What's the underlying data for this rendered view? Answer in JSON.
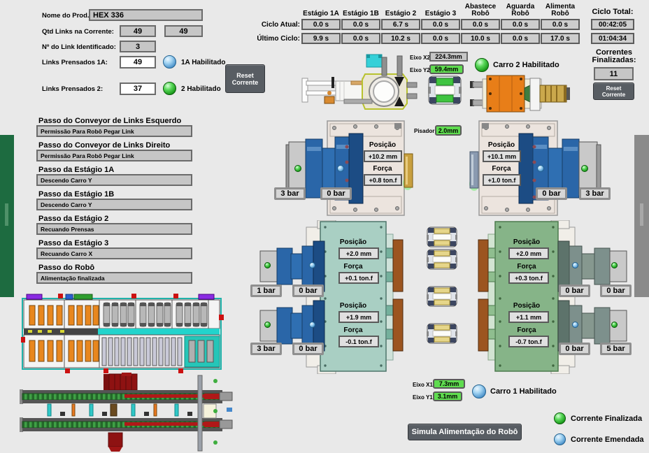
{
  "form": {
    "nome_label": "Nome do Prod.:",
    "nome_value": "HEX 336",
    "qtd_label": "Qtd Links na Corrente:",
    "qtd_value1": "49",
    "qtd_value2": "49",
    "link_id_label": "Nº do Link Identificado:",
    "link_id_value": "3",
    "prensados1a_label": "Links Prensados 1A:",
    "prensados1a_value": "49",
    "habilitado1a": "1A Habilitado",
    "prensados2_label": "Links Prensados 2:",
    "prensados2_value": "37",
    "habilitado2": "2 Habilitado",
    "reset_button": "Reset\nCorrente"
  },
  "cycle_table": {
    "headers": [
      "Estágio 1A",
      "Estágio 1B",
      "Estágio 2",
      "Estágio 3",
      "Abastece\nRobô",
      "Aguarda\nRobô",
      "Alimenta\nRobô"
    ],
    "row1_label": "Ciclo Atual:",
    "row2_label": "Último Ciclo:",
    "row1": [
      "0.0 s",
      "0.0 s",
      "6.7 s",
      "0.0 s",
      "0.0 s",
      "0.0 s",
      "0.0 s"
    ],
    "row2": [
      "9.9 s",
      "0.0 s",
      "10.2 s",
      "0.0 s",
      "10.0 s",
      "0.0 s",
      "17.0 s"
    ],
    "total_label": "Ciclo Total:",
    "total_row1": "00:42:05",
    "total_row2": "01:04:34"
  },
  "correntes": {
    "label": "Correntes\nFinalizadas:",
    "value": "11",
    "reset_button": "Reset\nCorrente"
  },
  "eixos": {
    "x2_label": "Eixo X2",
    "x2_value": "224.3mm",
    "y2_label": "Eixo Y2",
    "y2_value": "59.4mm",
    "x1_label": "Eixo X1",
    "x1_value": "7.3mm",
    "y1_label": "Eixo Y1",
    "y1_value": "3.1mm",
    "pisador_label": "Pisador",
    "pisador_value": "2.0mm"
  },
  "carros": {
    "carro2": "Carro 2 Habilitado",
    "carro1": "Carro 1 Habilitado"
  },
  "passos": [
    {
      "label": "Passo do Conveyor de Links Esquerdo",
      "value": "Permissão Para Robô Pegar Link"
    },
    {
      "label": "Passo do Conveyor de Links Direito",
      "value": "Permissão Para Robô Pegar Link"
    },
    {
      "label": "Passo da Estágio 1A",
      "value": "Descendo Carro Y"
    },
    {
      "label": "Passo da Estágio 1B",
      "value": "Descendo Carro Y"
    },
    {
      "label": "Passo da Estágio 2",
      "value": "Recuando Prensas"
    },
    {
      "label": "Passo da Estágio 3",
      "value": "Recuando Carro X"
    },
    {
      "label": "Passo do Robô",
      "value": "Alimentação finalizada"
    }
  ],
  "stage1_left": {
    "posicao_label": "Posição",
    "posicao_value": "+10.2 mm",
    "forca_label": "Força",
    "forca_value": "+0.8 ton.f",
    "bar_left": "3 bar",
    "bar_right": "0 bar"
  },
  "stage1_right": {
    "posicao_label": "Posição",
    "posicao_value": "+10.1 mm",
    "forca_label": "Força",
    "forca_value": "+1.0 ton.f",
    "bar_left": "0 bar",
    "bar_right": "3 bar"
  },
  "stage2_left_top": {
    "posicao_label": "Posição",
    "posicao_value": "+2.0 mm",
    "forca_label": "Força",
    "forca_value": "+0.1 ton.f",
    "bar_left": "1 bar",
    "bar_right": "0 bar"
  },
  "stage2_left_bottom": {
    "posicao_label": "Posição",
    "posicao_value": "+1.9 mm",
    "forca_label": "Força",
    "forca_value": "-0.1 ton.f",
    "bar_left": "3 bar",
    "bar_right": "0 bar"
  },
  "stage2_right_top": {
    "posicao_label": "Posição",
    "posicao_value": "+2.0 mm",
    "forca_label": "Força",
    "forca_value": "+0.3 ton.f",
    "bar_left": "0 bar",
    "bar_right": "0 bar"
  },
  "stage2_right_bottom": {
    "posicao_label": "Posição",
    "posicao_value": "+1.1 mm",
    "forca_label": "Força",
    "forca_value": "-0.7 ton.f",
    "bar_left": "0 bar",
    "bar_right": "5 bar"
  },
  "simula_button": "Simula Alimentação do Robô",
  "legend": {
    "finalizada": "Corrente Finalizada",
    "emendada": "Corrente Emendada"
  },
  "colors": {
    "led_green": "#2fb52f",
    "led_blue": "#66aadd",
    "field_green": "#5fdc4f",
    "button_dark": "#585d63"
  }
}
